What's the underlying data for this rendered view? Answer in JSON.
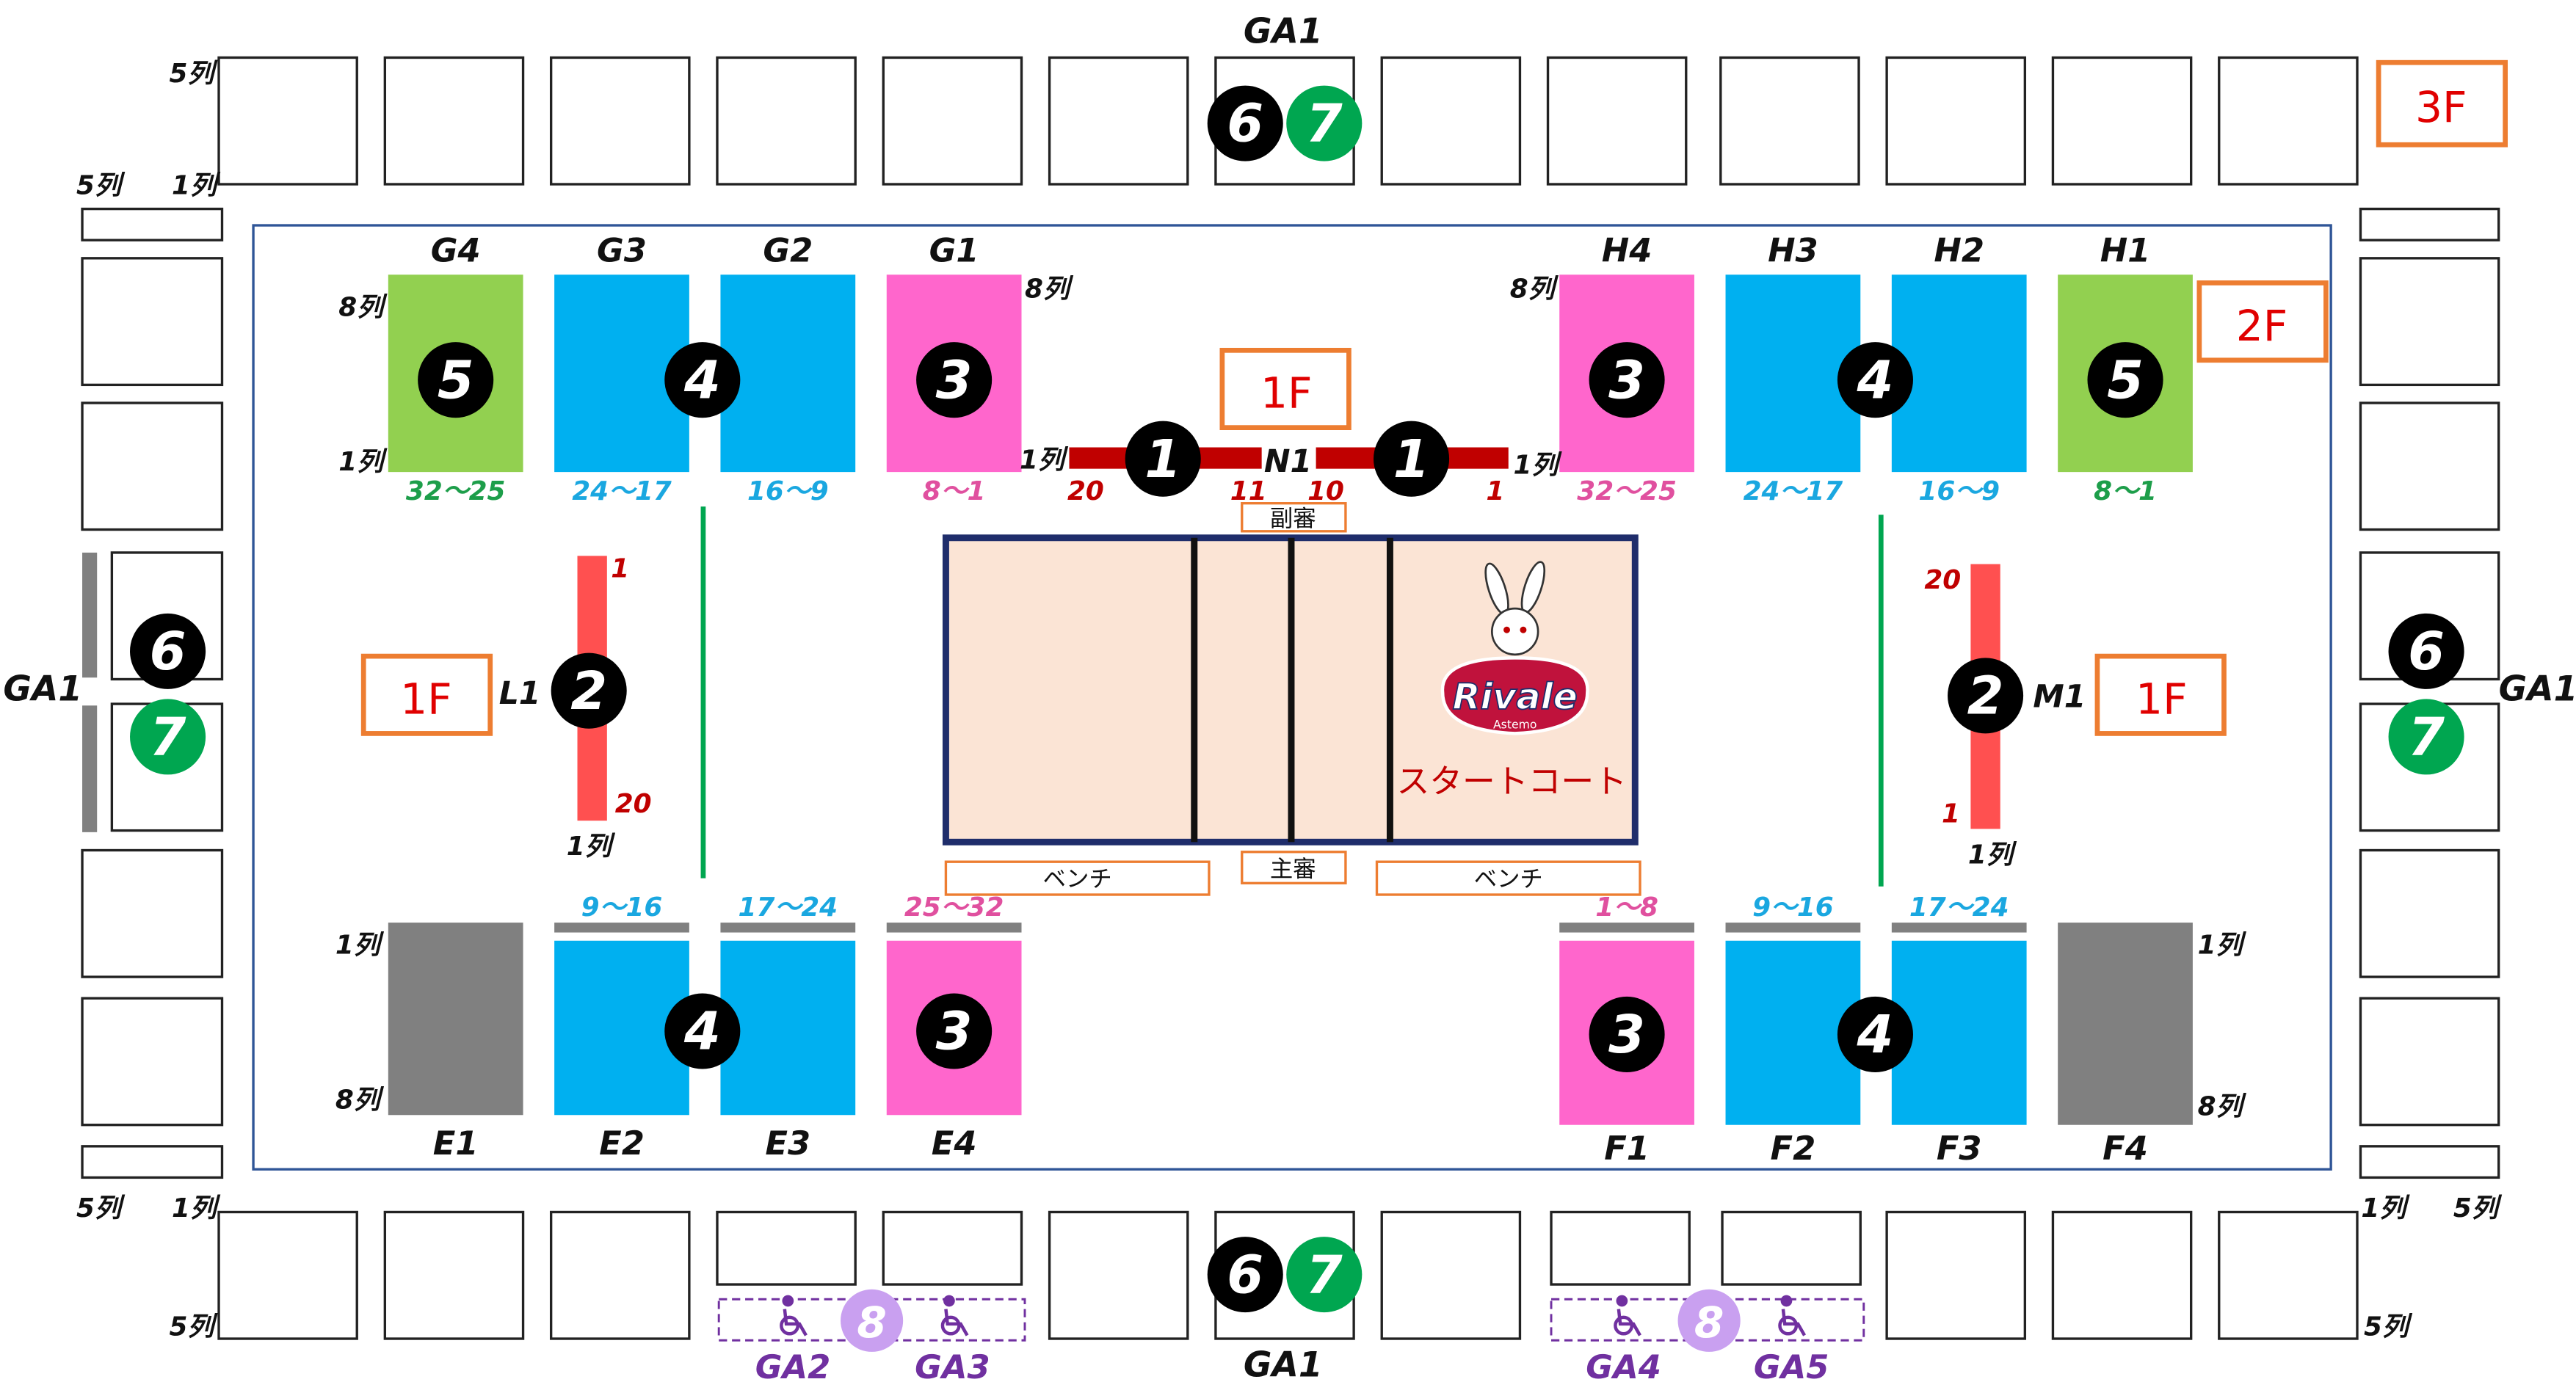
{
  "colors": {
    "rank1": "#c00000",
    "rank2": "#ff5050",
    "rank3": "#ff66cc",
    "rank4": "#00b0f0",
    "rank5": "#92d050",
    "gray_block": "#808080",
    "floor_tag": "#ed7d31",
    "floor_text": "#e00000",
    "cyan_text": "#1aa7e0",
    "pink_text": "#e0509f",
    "green_text": "#1d9e4a",
    "red_text": "#c00000",
    "court_fill": "#fbe4d5",
    "court_border": "#1f2d6b",
    "wheelchair": "#7030a0",
    "badge_8": "#c9a0f0",
    "badge_7": "#00a650",
    "badge_dark": "#000000"
  },
  "floors": {
    "third": "3F",
    "second": "2F",
    "first": "1F"
  },
  "ga": {
    "top": "GA1",
    "bottom": "GA1",
    "left": "GA1",
    "right": "GA1",
    "ga2": "GA2",
    "ga3": "GA3",
    "ga4": "GA4",
    "ga5": "GA5"
  },
  "rows": {
    "row1": "1列",
    "row5": "5列",
    "row8": "8列"
  },
  "blocks": {
    "g4": "G4",
    "g3": "G3",
    "g2": "G2",
    "g1": "G1",
    "h4": "H4",
    "h3": "H3",
    "h2": "H2",
    "h1": "H1",
    "e1": "E1",
    "e2": "E2",
    "e3": "E3",
    "e4": "E4",
    "f1": "F1",
    "f2": "F2",
    "f3": "F3",
    "f4": "F4",
    "n1": "N1",
    "l1": "L1",
    "m1": "M1"
  },
  "seat_ranges": {
    "g4": "32〜25",
    "g3": "24〜17",
    "g2": "16〜9",
    "g1": "8〜1",
    "h4": "32〜25",
    "h3": "24〜17",
    "h2": "16〜9",
    "h1": "8〜1",
    "e2": "9〜16",
    "e3": "17〜24",
    "e4": "25〜32",
    "f1": "1〜8",
    "f2": "9〜16",
    "f3": "17〜24"
  },
  "seat_numbers": {
    "n_20": "20",
    "n_11": "11",
    "n_10": "10",
    "n_1": "1",
    "l_1": "1",
    "l_20": "20",
    "m_20": "20",
    "m_1": "1"
  },
  "ranks": {
    "r1": "1",
    "r2": "2",
    "r3": "3",
    "r4": "4",
    "r5": "5",
    "r6": "6",
    "r7": "7",
    "r8": "8"
  },
  "court": {
    "sub_referee": "副審",
    "main_referee": "主審",
    "bench_left": "ベンチ",
    "bench_right": "ベンチ",
    "start_court": "スタートコート"
  },
  "logo": {
    "brand": "Rivale",
    "sub": "Astemo"
  }
}
